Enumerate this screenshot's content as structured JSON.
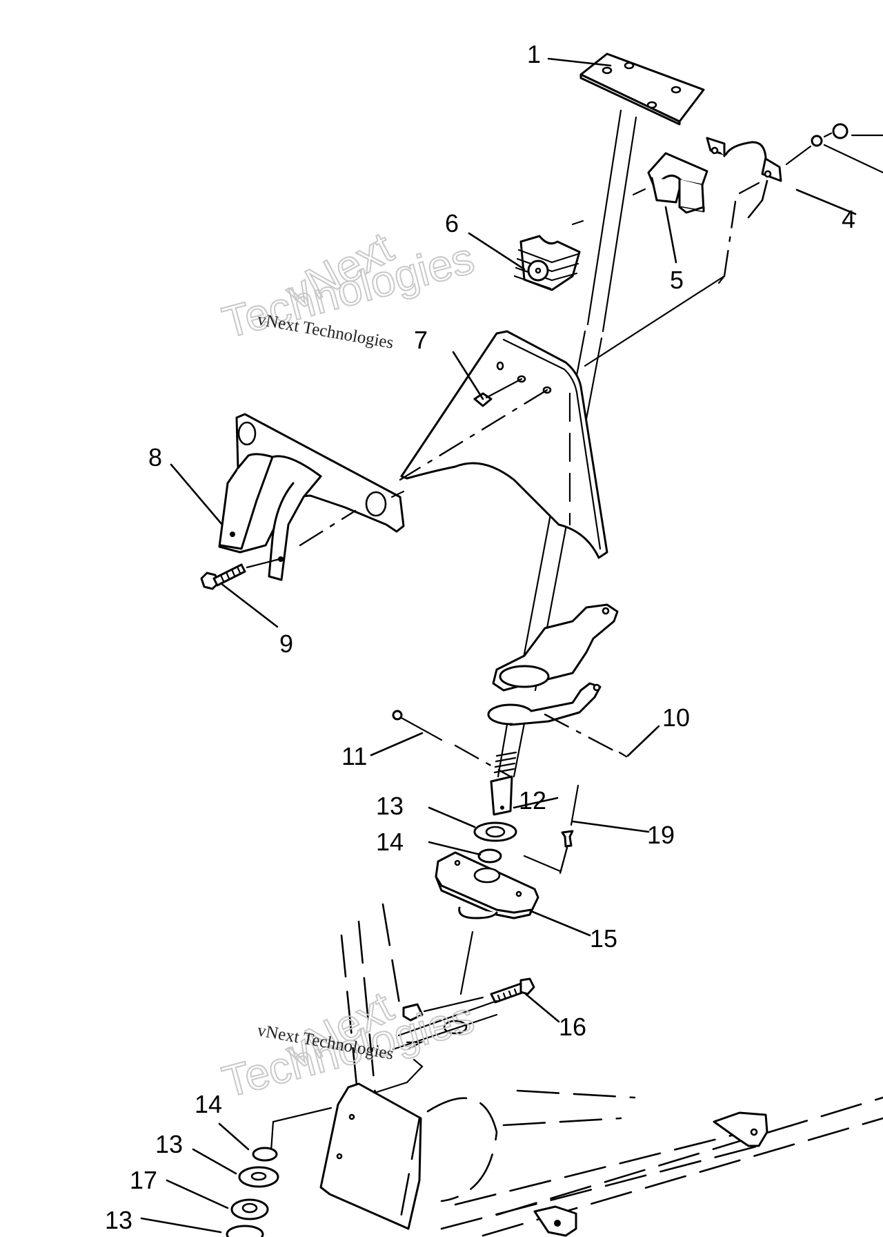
{
  "diagram": {
    "type": "exploded-parts-view",
    "subject": "steering post assembly",
    "callouts": [
      {
        "id": "1",
        "label": "1",
        "part": "steering post with mounting plate"
      },
      {
        "id": "4",
        "label": "4",
        "part": "clamp strap with washer and nut"
      },
      {
        "id": "5",
        "label": "5",
        "part": "bushing half (upper)"
      },
      {
        "id": "6",
        "label": "6",
        "part": "bushing half (lower, ribbed)"
      },
      {
        "id": "7",
        "label": "7",
        "part": "screw"
      },
      {
        "id": "8",
        "label": "8",
        "part": "handlebar bracket"
      },
      {
        "id": "9",
        "label": "9",
        "part": "bolt"
      },
      {
        "id": "10",
        "label": "10",
        "part": "cotter pin"
      },
      {
        "id": "11",
        "label": "11",
        "part": "pin"
      },
      {
        "id": "12",
        "label": "12",
        "part": "drag link end"
      },
      {
        "id": "13",
        "label": "13",
        "part": "washer"
      },
      {
        "id": "14",
        "label": "14",
        "part": "o-ring"
      },
      {
        "id": "15",
        "label": "15",
        "part": "lower steering post bearing block"
      },
      {
        "id": "16",
        "label": "16",
        "part": "bolt"
      },
      {
        "id": "17",
        "label": "17",
        "part": "bushing"
      },
      {
        "id": "19",
        "label": "19",
        "part": "rivet"
      }
    ],
    "lower_callouts": [
      {
        "label": "14"
      },
      {
        "label": "13"
      },
      {
        "label": "17"
      },
      {
        "label": "13"
      }
    ],
    "watermark": {
      "text_small": "vNext Technologies",
      "text_big_line1": "vNext",
      "text_big_line2": "Technologies"
    }
  }
}
